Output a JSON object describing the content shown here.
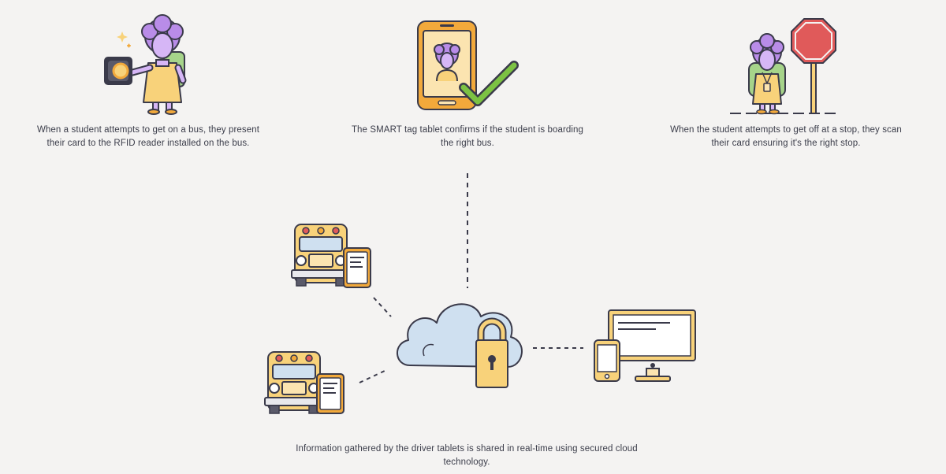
{
  "steps": [
    {
      "icon": "student-rfid-card-icon",
      "caption": "When a student attempts to get on a bus, they present their card to the RFID reader installed on the bus."
    },
    {
      "icon": "tablet-checkmark-icon",
      "caption": "The SMART tag tablet confirms if the student is boarding the right bus."
    },
    {
      "icon": "student-stop-sign-icon",
      "caption": "When the student attempts to get off at a stop, they scan their card ensuring it's the right stop."
    }
  ],
  "network": {
    "caption": "Information gathered by the driver tablets is shared in real-time using secured cloud technology.",
    "nodes": [
      "school-bus-tablet-icon",
      "school-bus-tablet-icon",
      "secure-cloud-icon",
      "desktop-phone-icon"
    ]
  },
  "colors": {
    "background": "#f4f3f2",
    "outline": "#3a3a4a",
    "purple": "#b98ce8",
    "yellow": "#f8d27a",
    "orange": "#f2a93b",
    "green": "#7cc243",
    "stop_red": "#e05a5a",
    "cloud": "#cfe0f0"
  }
}
